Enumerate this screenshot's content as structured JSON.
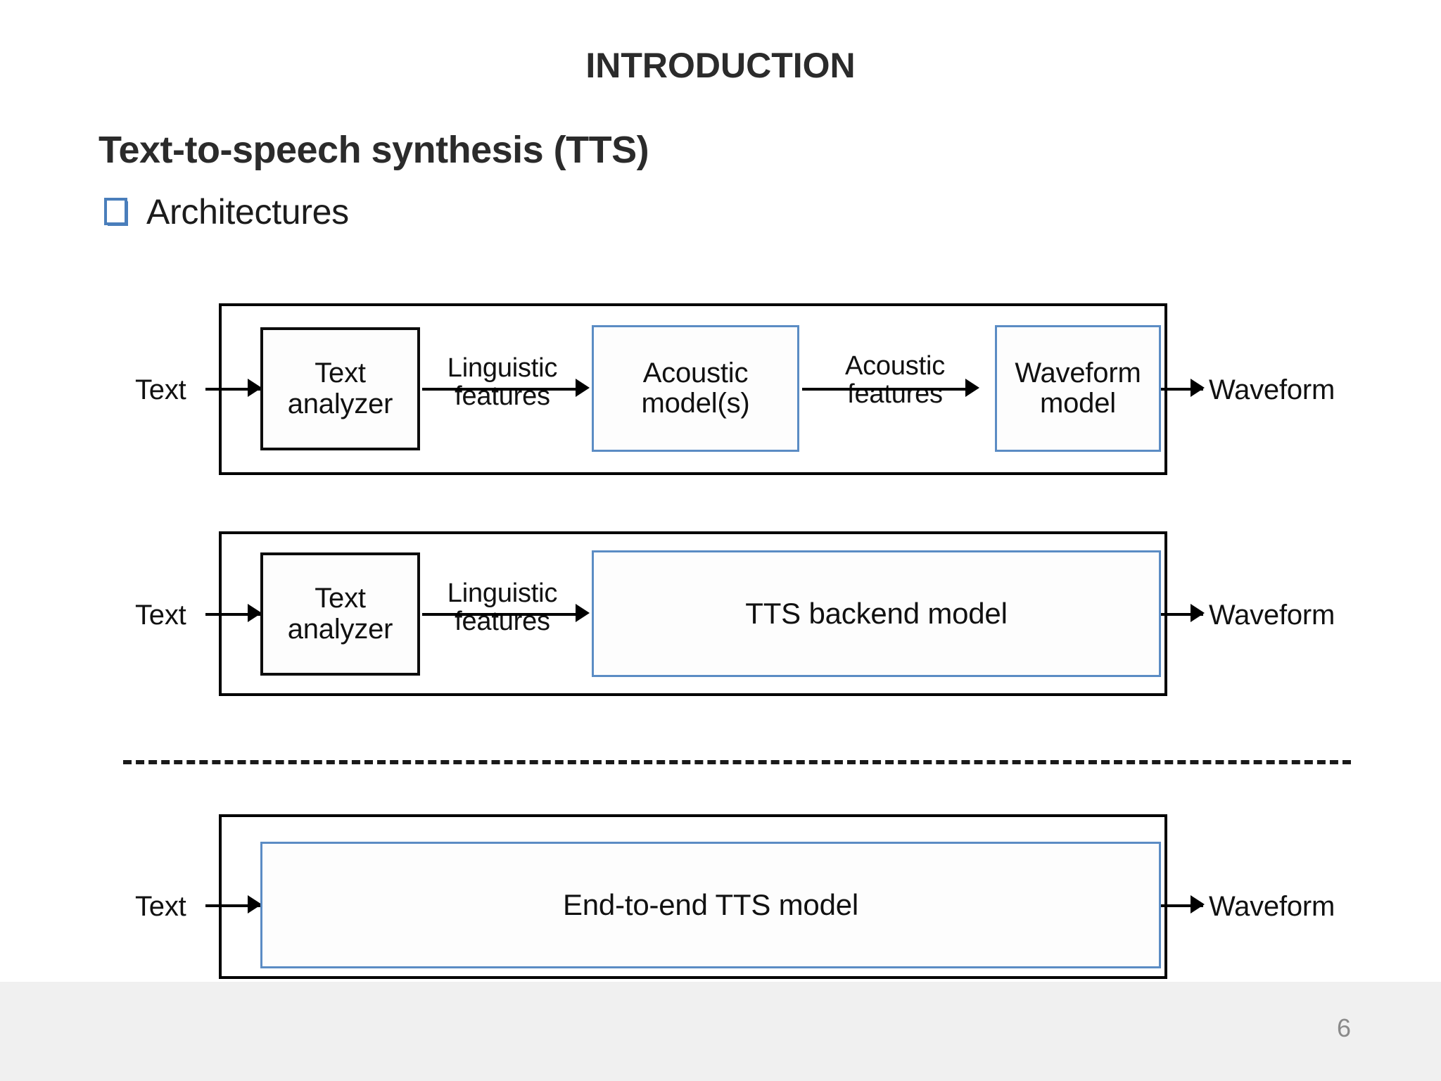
{
  "slide": {
    "title": "Introduction",
    "subtitle": "Text-to-speech synthesis (TTS)",
    "bullet": {
      "glyph": "checkbox-square-bullet-icon",
      "label": "Architectures"
    },
    "page_number": "6"
  },
  "colors": {
    "accent_blue": "#5b8cc4",
    "bullet_blue": "#4a7ebb",
    "frame_black": "#000000",
    "footer_band": "#f0f0f0",
    "page_number_gray": "#8a8a8a",
    "text": "#111111"
  },
  "pipelines": [
    {
      "id": "classic-tts-pipeline",
      "input_label": "Text",
      "output_label": "Waveform",
      "blocks": [
        {
          "id": "text-analyzer",
          "label_line1": "Text",
          "label_line2": "analyzer",
          "border": "black"
        },
        {
          "id": "acoustic-models",
          "label_line1": "Acoustic",
          "label_line2": "model(s)",
          "border": "blue"
        },
        {
          "id": "waveform-model",
          "label_line1": "Waveform",
          "label_line2": "model",
          "border": "blue"
        }
      ],
      "edges": [
        {
          "id": "linguistic-features",
          "line1": "Linguistic",
          "line2": "features"
        },
        {
          "id": "acoustic-features",
          "line1": "Acoustic",
          "line2": "features"
        }
      ]
    },
    {
      "id": "backend-tts-pipeline",
      "input_label": "Text",
      "output_label": "Waveform",
      "blocks": [
        {
          "id": "text-analyzer",
          "label_line1": "Text",
          "label_line2": "analyzer",
          "border": "black"
        },
        {
          "id": "tts-backend-model",
          "label_line1": "TTS backend model",
          "label_line2": "",
          "border": "blue"
        }
      ],
      "edges": [
        {
          "id": "linguistic-features",
          "line1": "Linguistic",
          "line2": "features"
        }
      ]
    },
    {
      "id": "end-to-end-tts-pipeline",
      "input_label": "Text",
      "output_label": "Waveform",
      "blocks": [
        {
          "id": "end-to-end-tts-model",
          "label_line1": "End-to-end TTS model",
          "label_line2": "",
          "border": "blue"
        }
      ],
      "edges": []
    }
  ]
}
